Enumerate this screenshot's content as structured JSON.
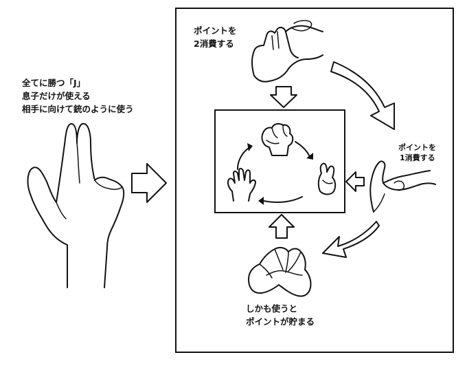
{
  "left_caption": {
    "line1": "全てに勝つ「J」",
    "line2": "息子だけが使える",
    "line3": "相手に向けて銃のように使う"
  },
  "top_caption": {
    "line1": "ポイントを",
    "line2": "2消費する"
  },
  "right_caption": {
    "line1": "ポイントを",
    "line2": "1消費する"
  },
  "bottom_caption": {
    "line1": "しかも使うと",
    "line2": "ポイントが貯まる"
  },
  "icons": [
    "gun-hand-icon",
    "rock-fist-icon",
    "scissors-hand-icon",
    "paper-hand-icon",
    "two-finger-hand-icon",
    "one-finger-hand-icon",
    "clasped-hands-icon"
  ]
}
